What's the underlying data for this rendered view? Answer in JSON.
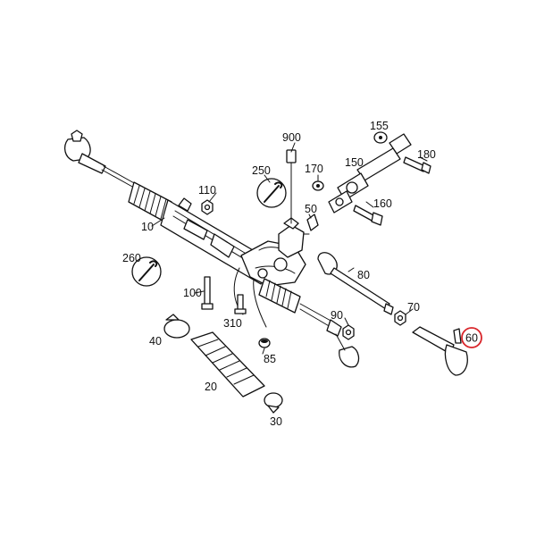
{
  "callouts": {
    "c10": "10",
    "c20": "20",
    "c30": "30",
    "c40": "40",
    "c50": "50",
    "c60": "60",
    "c70": "70",
    "c80": "80",
    "c85": "85",
    "c90": "90",
    "c100": "100",
    "c110": "110",
    "c150": "150",
    "c155": "155",
    "c160": "160",
    "c170": "170",
    "c180": "180",
    "c250": "250",
    "c260": "260",
    "c310": "310",
    "c900": "900"
  },
  "highlight": {
    "part": "60",
    "ring_color": "#d9262b"
  },
  "icons": [
    "wrench-icon-250",
    "wrench-icon-260"
  ]
}
